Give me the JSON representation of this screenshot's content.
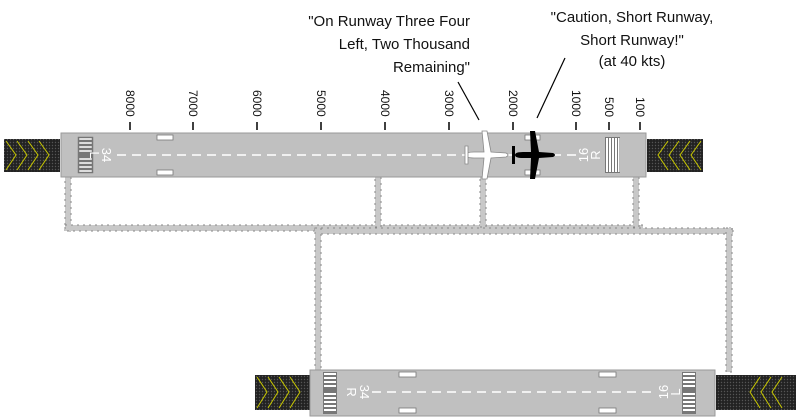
{
  "callouts": {
    "remaining": [
      "\"On Runway Three Four",
      "Left, Two Thousand",
      "Remaining\""
    ],
    "caution": [
      "\"Caution, Short Runway,",
      "Short Runway!\"",
      "(at 40 kts)"
    ]
  },
  "distance_markers": [
    "8000",
    "7000",
    "6000",
    "5000",
    "4000",
    "3000",
    "2000",
    "1000",
    "500",
    "100"
  ],
  "runways": {
    "top": {
      "end_a": "34",
      "end_a_suffix": "L",
      "end_b": "16",
      "end_b_suffix": "R"
    },
    "bottom": {
      "end_a": "34",
      "end_a_suffix": "R",
      "end_b": "16",
      "end_b_suffix": "L"
    }
  },
  "colors": {
    "runway": "#c0c0c0",
    "overrun": "#1a1a1a",
    "chevron": "#c8c800",
    "own_aircraft": "#000000",
    "other_aircraft": "#ffffff"
  }
}
